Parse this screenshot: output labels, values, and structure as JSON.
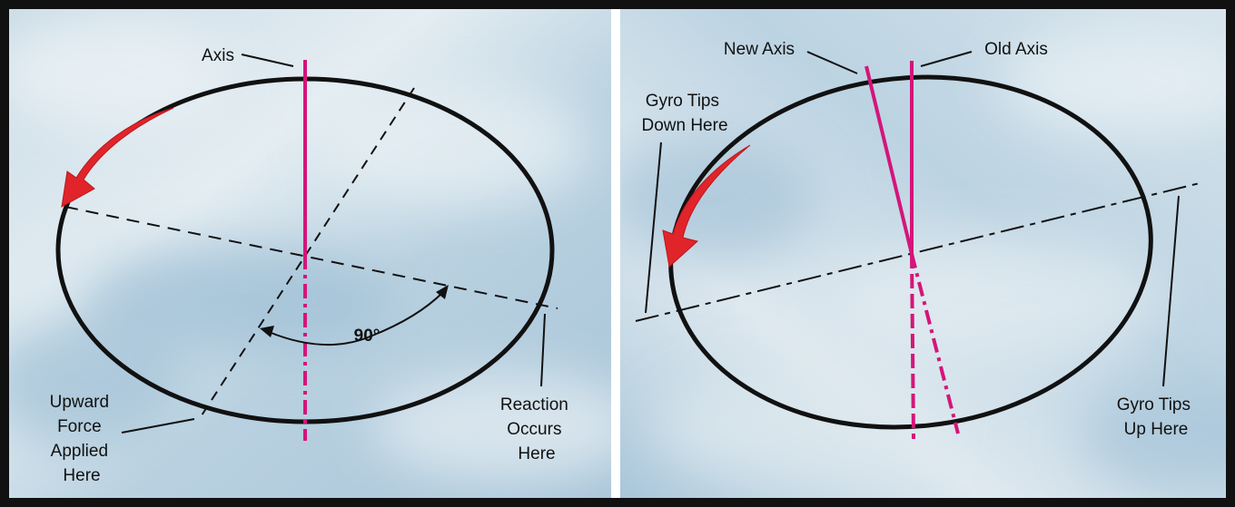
{
  "colors": {
    "sky_light": "#dde8ee",
    "sky_mid": "#b6cfdf",
    "sky_dark": "#9dbcd3",
    "axis_magenta": "#d4157a",
    "arrow_red": "#e0242a",
    "outline": "#111111",
    "frame": "#111111",
    "divider": "#ffffff"
  },
  "left_panel": {
    "axis_label": "Axis",
    "force_label": [
      "Upward",
      "Force",
      "Applied",
      "Here"
    ],
    "reaction_label": [
      "Reaction",
      "Occurs",
      "Here"
    ],
    "angle_label": "90°"
  },
  "right_panel": {
    "new_axis_label": "New Axis",
    "old_axis_label": "Old Axis",
    "tips_down_label": [
      "Gyro Tips",
      "Down Here"
    ],
    "tips_up_label": [
      "Gyro Tips",
      "Up Here"
    ]
  }
}
